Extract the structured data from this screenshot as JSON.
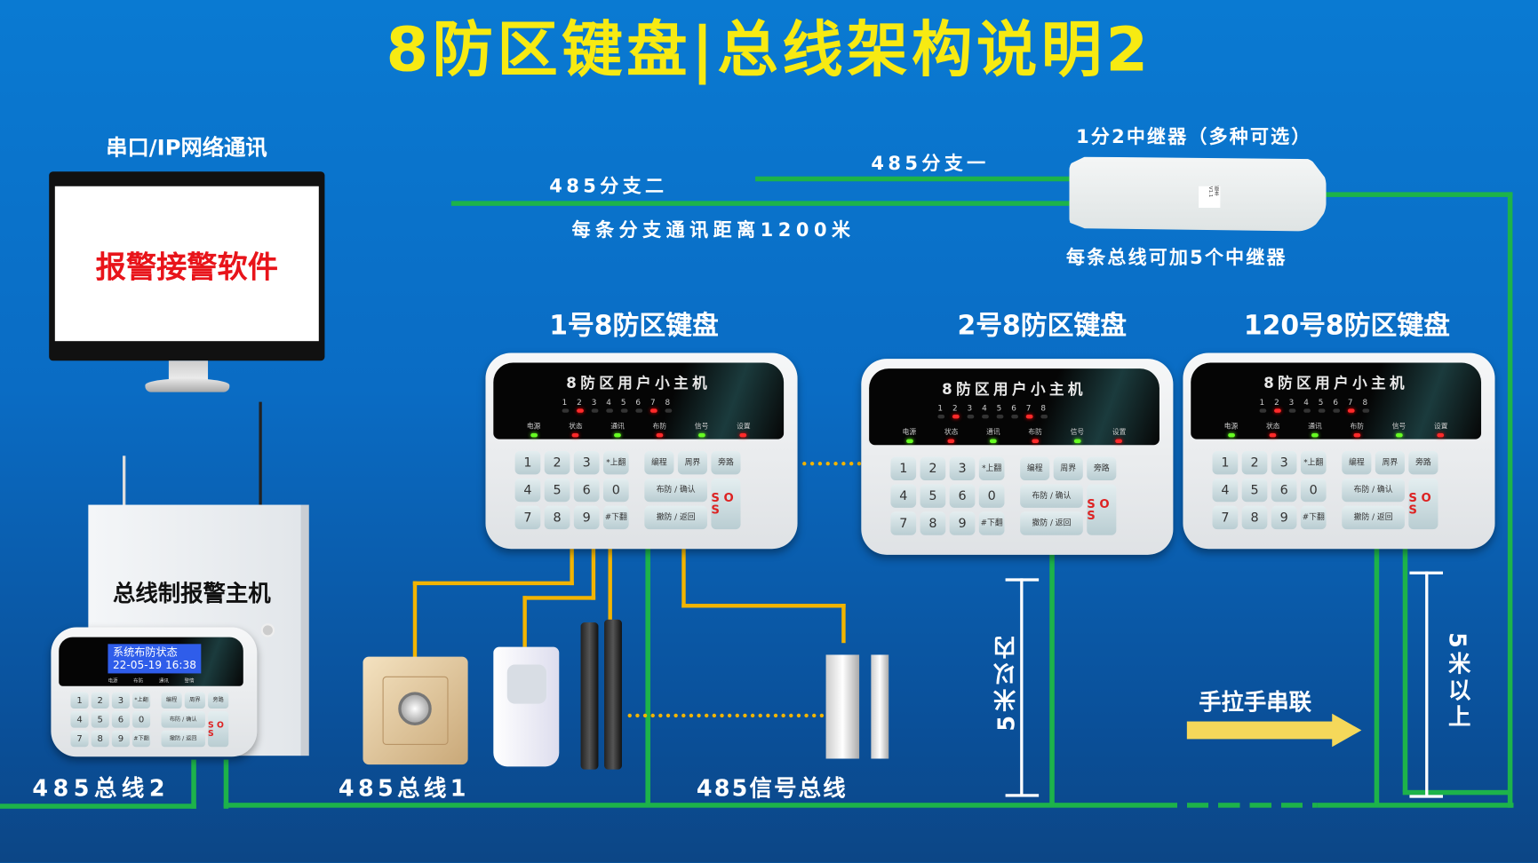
{
  "title": "8防区键盘|总线架构说明2",
  "pc": {
    "caption": "串口/IP网络通讯",
    "screen_text": "报警接警软件"
  },
  "host": {
    "label": "总线制报警主机",
    "lcd_line1": "系统布防状态",
    "lcd_line2": "22-05-19  16:38",
    "leds": [
      "电源",
      "布防",
      "通讯",
      "警情"
    ],
    "bus_label": "485总线2"
  },
  "repeater": {
    "title": "1分2中继器（多种可选）",
    "note": "每条总线可加5个中继器",
    "tag": "版本 V1.1"
  },
  "branches": {
    "branch1": "485分支一",
    "branch2": "485分支二",
    "distance": "每条分支通讯距离1200米"
  },
  "keypads": [
    {
      "label": "1号8防区键盘"
    },
    {
      "label": "2号8防区键盘"
    },
    {
      "label": "120号8防区键盘"
    }
  ],
  "keypad_common": {
    "display_title": "8防区用户小主机",
    "zones": [
      "1",
      "2",
      "3",
      "4",
      "5",
      "6",
      "7",
      "8"
    ],
    "status": [
      "电源",
      "状态",
      "通讯",
      "布防",
      "信号",
      "设置"
    ],
    "keys": [
      "1",
      "2",
      "3",
      "*上翻",
      "编程",
      "周界",
      "旁路",
      "4",
      "5",
      "6",
      "0",
      "布防 / 确认",
      "S O S",
      "7",
      "8",
      "9",
      "#下翻",
      "撤防 / 返回"
    ]
  },
  "bus": {
    "bus1": "485总线1",
    "signal_bus": "485信号总线",
    "within": "5米以内",
    "above": "5米以上",
    "daisy_chain": "手拉手串联"
  },
  "colors": {
    "title": "#f7ea12",
    "bus_line": "#1db34a",
    "sensor_wire": "#f2b400",
    "background": "#0a6cc4"
  }
}
